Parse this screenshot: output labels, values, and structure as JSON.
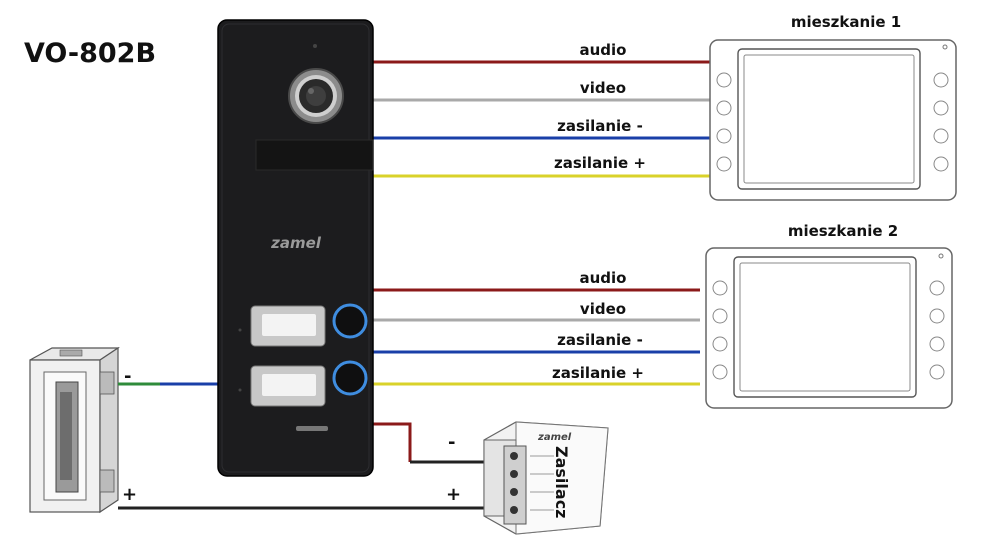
{
  "model": "VO-802B",
  "brand": "zamel",
  "apartments": [
    {
      "title": "mieszkanie 1",
      "wires": [
        {
          "label": "audio",
          "color": "#8b1a1a"
        },
        {
          "label": "video",
          "color": "#a9a9a9"
        },
        {
          "label": "zasilanie -",
          "color": "#1a3fa8"
        },
        {
          "label": "zasilanie +",
          "color": "#d9d22a"
        }
      ]
    },
    {
      "title": "mieszkanie 2",
      "wires": [
        {
          "label": "audio",
          "color": "#8b1a1a"
        },
        {
          "label": "video",
          "color": "#a9a9a9"
        },
        {
          "label": "zasilanie -",
          "color": "#1a3fa8"
        },
        {
          "label": "zasilanie +",
          "color": "#d9d22a"
        }
      ]
    }
  ],
  "power_supply": {
    "label": "Zasilacz",
    "brand": "zamel",
    "minus": "-",
    "plus": "+"
  },
  "lock": {
    "minus": "-",
    "plus": "+",
    "minus_color": "#2e8b3a",
    "plus_color": "#222222"
  },
  "colors": {
    "lock_to_panel": "#1a3fa8",
    "psu_minus": "#8b1a1a",
    "psu_minus_tail": "#222222",
    "plus_line": "#222222"
  }
}
